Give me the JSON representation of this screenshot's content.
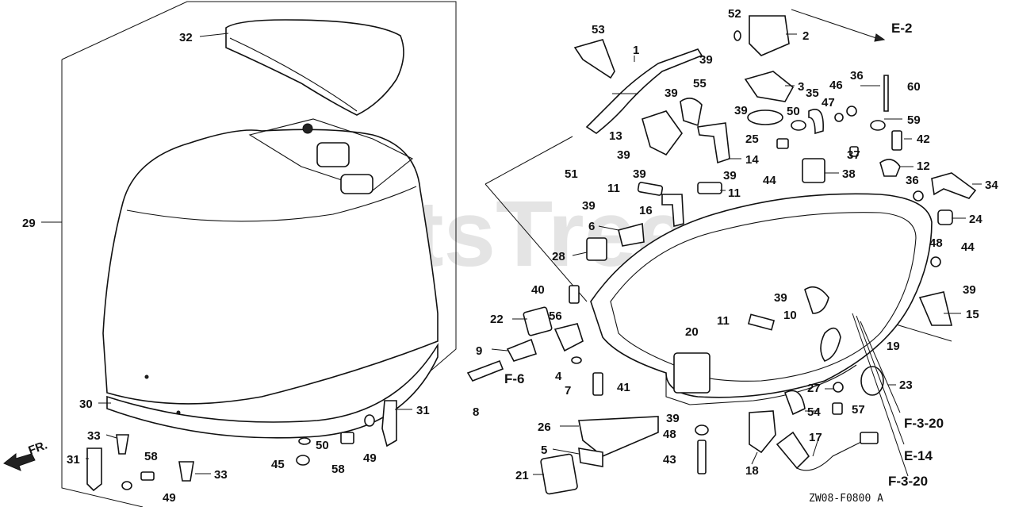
{
  "watermark": "PartsTree",
  "diagram_code": "ZW08-F0800 A",
  "direction_label": "FR.",
  "part_numbers": [
    "1",
    "2",
    "3",
    "4",
    "5",
    "6",
    "7",
    "8",
    "9",
    "10",
    "11",
    "12",
    "13",
    "14",
    "15",
    "16",
    "17",
    "18",
    "19",
    "20",
    "21",
    "22",
    "23",
    "24",
    "25",
    "26",
    "27",
    "28",
    "29",
    "30",
    "31",
    "32",
    "33",
    "34",
    "35",
    "36",
    "37",
    "38",
    "39",
    "40",
    "41",
    "42",
    "43",
    "44",
    "45",
    "46",
    "47",
    "48",
    "49",
    "50",
    "51",
    "52",
    "53",
    "54",
    "55",
    "56",
    "57",
    "58",
    "59",
    "60"
  ],
  "labels": [
    {
      "id": "32a",
      "text": "32"
    },
    {
      "id": "29a",
      "text": "29"
    },
    {
      "id": "30a",
      "text": "30"
    },
    {
      "id": "31a",
      "text": "31"
    },
    {
      "id": "31b",
      "text": "31"
    },
    {
      "id": "33a",
      "text": "33"
    },
    {
      "id": "33b",
      "text": "33"
    },
    {
      "id": "58a",
      "text": "58"
    },
    {
      "id": "58b",
      "text": "58"
    },
    {
      "id": "49a",
      "text": "49"
    },
    {
      "id": "49b",
      "text": "49"
    },
    {
      "id": "50a",
      "text": "50"
    },
    {
      "id": "45a",
      "text": "45"
    },
    {
      "id": "53a",
      "text": "53"
    },
    {
      "id": "1a",
      "text": "1"
    },
    {
      "id": "52a",
      "text": "52"
    },
    {
      "id": "2a",
      "text": "2"
    },
    {
      "id": "39a",
      "text": "39"
    },
    {
      "id": "39b",
      "text": "39"
    },
    {
      "id": "3a",
      "text": "3"
    },
    {
      "id": "55a",
      "text": "55"
    },
    {
      "id": "39c",
      "text": "39"
    },
    {
      "id": "35a",
      "text": "35"
    },
    {
      "id": "50b",
      "text": "50"
    },
    {
      "id": "46a",
      "text": "46"
    },
    {
      "id": "47a",
      "text": "47"
    },
    {
      "id": "36a",
      "text": "36"
    },
    {
      "id": "60a",
      "text": "60"
    },
    {
      "id": "59a",
      "text": "59"
    },
    {
      "id": "13a",
      "text": "13"
    },
    {
      "id": "25a",
      "text": "25"
    },
    {
      "id": "39d",
      "text": "39"
    },
    {
      "id": "14a",
      "text": "14"
    },
    {
      "id": "44a",
      "text": "44"
    },
    {
      "id": "37a",
      "text": "37"
    },
    {
      "id": "42a",
      "text": "42"
    },
    {
      "id": "12a",
      "text": "12"
    },
    {
      "id": "51a",
      "text": "51"
    },
    {
      "id": "39e",
      "text": "39"
    },
    {
      "id": "39f",
      "text": "39"
    },
    {
      "id": "38a",
      "text": "38"
    },
    {
      "id": "11a",
      "text": "11"
    },
    {
      "id": "11b",
      "text": "11"
    },
    {
      "id": "36b",
      "text": "36"
    },
    {
      "id": "34a",
      "text": "34"
    },
    {
      "id": "39g",
      "text": "39"
    },
    {
      "id": "16a",
      "text": "16"
    },
    {
      "id": "24a",
      "text": "24"
    },
    {
      "id": "6a",
      "text": "6"
    },
    {
      "id": "48a",
      "text": "48"
    },
    {
      "id": "44b",
      "text": "44"
    },
    {
      "id": "28a",
      "text": "28"
    },
    {
      "id": "39h",
      "text": "39"
    },
    {
      "id": "40a",
      "text": "40"
    },
    {
      "id": "39i",
      "text": "39"
    },
    {
      "id": "15a",
      "text": "15"
    },
    {
      "id": "22a",
      "text": "22"
    },
    {
      "id": "56a",
      "text": "56"
    },
    {
      "id": "11c",
      "text": "11"
    },
    {
      "id": "10a",
      "text": "10"
    },
    {
      "id": "20a",
      "text": "20"
    },
    {
      "id": "19a",
      "text": "19"
    },
    {
      "id": "9a",
      "text": "9"
    },
    {
      "id": "4a",
      "text": "4"
    },
    {
      "id": "7a",
      "text": "7"
    },
    {
      "id": "41a",
      "text": "41"
    },
    {
      "id": "8a",
      "text": "8"
    },
    {
      "id": "23a",
      "text": "23"
    },
    {
      "id": "27a",
      "text": "27"
    },
    {
      "id": "54a",
      "text": "54"
    },
    {
      "id": "57a",
      "text": "57"
    },
    {
      "id": "26a",
      "text": "26"
    },
    {
      "id": "39j",
      "text": "39"
    },
    {
      "id": "48b",
      "text": "48"
    },
    {
      "id": "17a",
      "text": "17"
    },
    {
      "id": "5a",
      "text": "5"
    },
    {
      "id": "43a",
      "text": "43"
    },
    {
      "id": "18a",
      "text": "18"
    },
    {
      "id": "21a",
      "text": "21"
    }
  ],
  "refs": [
    {
      "id": "e2",
      "text": "E-2"
    },
    {
      "id": "f6",
      "text": "F-6"
    },
    {
      "id": "f320a",
      "text": "F-3-20"
    },
    {
      "id": "e14",
      "text": "E-14"
    },
    {
      "id": "f320b",
      "text": "F-3-20"
    }
  ]
}
